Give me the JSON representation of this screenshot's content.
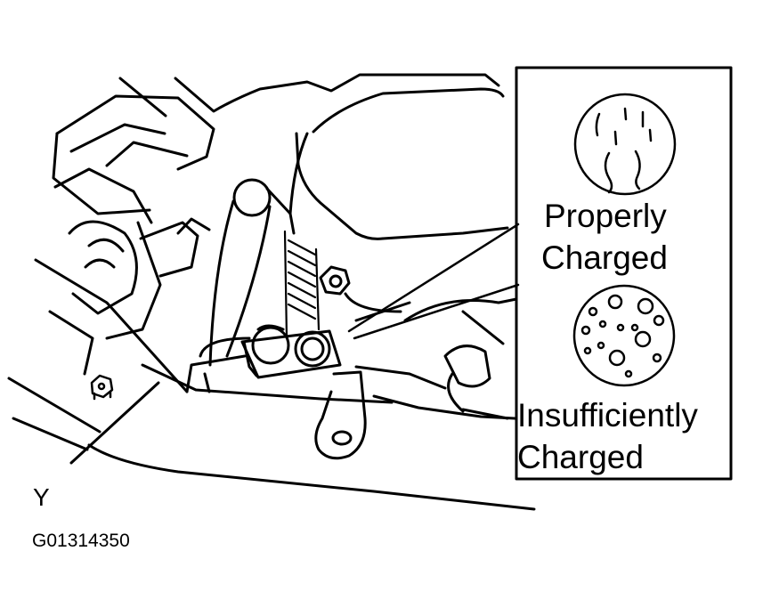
{
  "labels": {
    "properly_line1": "Properly",
    "properly_line2": "Charged",
    "insufficiently_line1": "Insufficiently",
    "insufficiently_line2": "Charged",
    "view_letter": "Y",
    "figure_id": "G01314350"
  },
  "colors": {
    "ink": "#000000",
    "paper": "#ffffff"
  },
  "icons": {
    "properly_charged_indicator": "circle-with-streaks-icon",
    "insufficiently_charged_indicator": "circle-with-bubbles-icon"
  }
}
